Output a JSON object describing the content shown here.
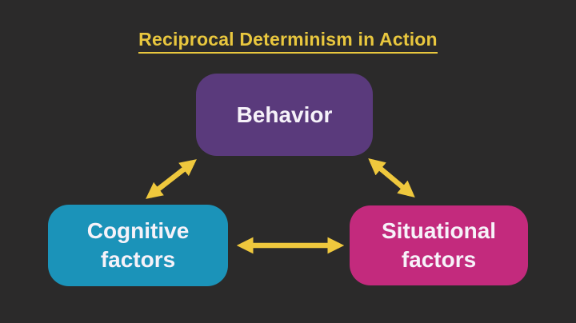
{
  "title": "Reciprocal Determinism in Action",
  "nodes": {
    "behavior": {
      "label": "Behavior"
    },
    "cognitive": {
      "line1": "Cognitive",
      "line2": "factors"
    },
    "situational": {
      "line1": "Situational",
      "line2": "factors"
    }
  },
  "edges": [
    {
      "from": "Behavior",
      "to": "Cognitive factors",
      "type": "bidirectional-arrow"
    },
    {
      "from": "Behavior",
      "to": "Situational factors",
      "type": "bidirectional-arrow"
    },
    {
      "from": "Cognitive factors",
      "to": "Situational factors",
      "type": "bidirectional-arrow"
    }
  ],
  "colors": {
    "background": "#2b2a2a",
    "title_text": "#e9c73e",
    "arrow": "#efc83d",
    "behavior_fill": "#5a3a7c",
    "cognitive_fill": "#1b93b9",
    "situational_fill": "#c32a7d",
    "node_text": "#f6f2f9"
  }
}
